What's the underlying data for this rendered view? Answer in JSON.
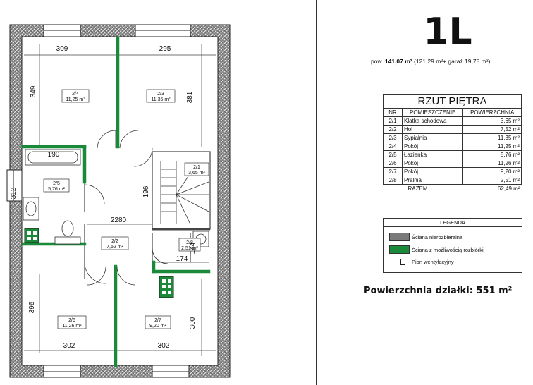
{
  "plan": {
    "dimensions": [
      "309",
      "295",
      "349",
      "381",
      "190",
      "312",
      "196",
      "2280",
      "174",
      "144",
      "396",
      "300",
      "302",
      "302"
    ],
    "rooms": [
      {
        "code": "2/4",
        "area": "11,25 m²"
      },
      {
        "code": "2/3",
        "area": "11,35 m²"
      },
      {
        "code": "2/5",
        "area": "5,76 m²"
      },
      {
        "code": "2/1",
        "area": "3,65 m²"
      },
      {
        "code": "2/2",
        "area": "7,52 m²"
      },
      {
        "code": "2/8",
        "area": "2,51 m²"
      },
      {
        "code": "2/6",
        "area": "11,26 m²"
      },
      {
        "code": "2/7",
        "area": "9,20 m²"
      }
    ]
  },
  "header": {
    "title": "1L",
    "area_prefix": "pow.",
    "area_total": "141,07 m²",
    "area_detail": "(121,29 m²+ garaż  19,78 m²)"
  },
  "table": {
    "title": "RZUT PIĘTRA",
    "col_nr": "NR",
    "col_room": "POMIESZCZENIE",
    "col_area": "POWIERZCHNIA",
    "rows": [
      {
        "nr": "2/1",
        "name": "Klatka schodowa",
        "area": "3,65 m²"
      },
      {
        "nr": "2/2",
        "name": "Hol",
        "area": "7,52 m²"
      },
      {
        "nr": "2/3",
        "name": "Sypialnia",
        "area": "11,35 m²"
      },
      {
        "nr": "2/4",
        "name": "Pokój",
        "area": "11,25 m²"
      },
      {
        "nr": "2/5",
        "name": "Łazienka",
        "area": "5,76 m²"
      },
      {
        "nr": "2/6",
        "name": "Pokój",
        "area": "11,26 m²"
      },
      {
        "nr": "2/7",
        "name": "Pokój",
        "area": "9,20 m²"
      },
      {
        "nr": "2/8",
        "name": "Pralnia",
        "area": "2,51 m²"
      }
    ],
    "total_label": "RAZEM",
    "total_value": "62,49 m²"
  },
  "legend": {
    "title": "LEGENDA",
    "items": [
      {
        "label": "Ściana nierozbieralna",
        "color": "#7a7a7a"
      },
      {
        "label": "Ściana z możliwością rozbiórki",
        "color": "#1a8a3a"
      },
      {
        "label": "Pion wentylacyjny"
      }
    ]
  },
  "lot": "Powierzchnia działki: 551 m²",
  "colors": {
    "wall": "#7a7a7a",
    "removable_wall": "#1a8a3a",
    "line": "#222222"
  }
}
